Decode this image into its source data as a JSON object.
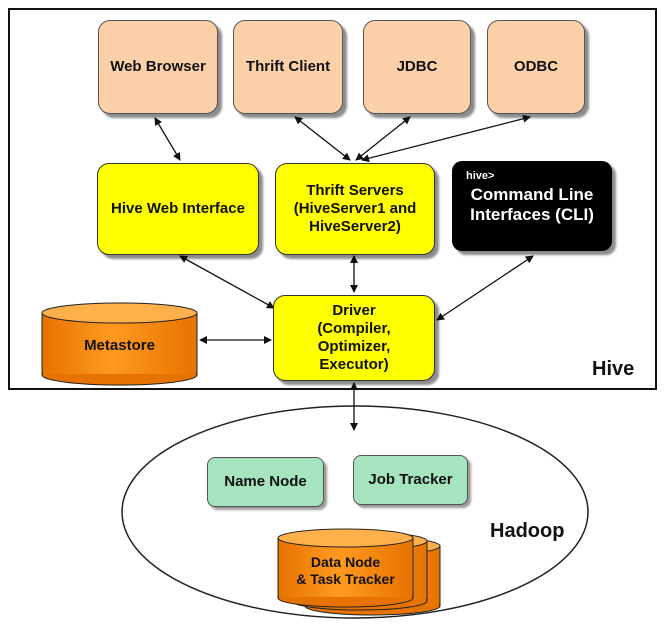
{
  "hive_label": "Hive",
  "hadoop_label": "Hadoop",
  "clients": {
    "web_browser": "Web Browser",
    "thrift_client": "Thrift Client",
    "jdbc": "JDBC",
    "odbc": "ODBC"
  },
  "hive_web_interface": "Hive Web Interface",
  "thrift_servers": {
    "line1": "Thrift Servers",
    "line2": "(HiveServer1 and",
    "line3": "HiveServer2)"
  },
  "cli": {
    "prompt": "hive>",
    "line1": "Command Line",
    "line2": "Interfaces (CLI)"
  },
  "metastore": "Metastore",
  "driver": {
    "line1": "Driver",
    "line2": "(Compiler,",
    "line3": "Optimizer,",
    "line4": "Executor)"
  },
  "name_node": "Name Node",
  "job_tracker": "Job Tracker",
  "data_node": {
    "line1": "Data Node",
    "line2": "& Task Tracker"
  },
  "colors": {
    "client_fill": "#fbd0a9",
    "interface_fill": "#ffff00",
    "cli_fill": "#000000",
    "metastore_fill": "#ff8c00",
    "hadoop_node_fill": "#a6e4c0"
  }
}
